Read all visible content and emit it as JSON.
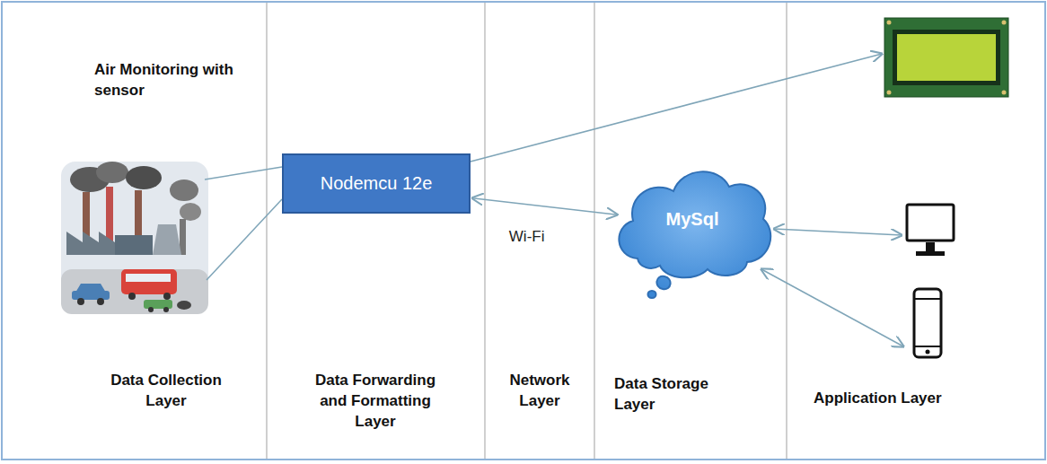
{
  "diagram": {
    "nodes": [
      {
        "text": [
          "Nodemcu 12e"
        ]
      },
      {
        "text": [
          "MySql"
        ]
      }
    ],
    "edges": [
      {
        "from": 0,
        "to": 1,
        "label": "Wi-Fi",
        "arrow": "both"
      }
    ],
    "labels": [
      "Air Monitoring with sensor",
      "Data Collection Layer",
      "Data Forwarding and Formatting Layer",
      "Network Layer",
      "Data Storage Layer",
      "Application Layer"
    ]
  }
}
